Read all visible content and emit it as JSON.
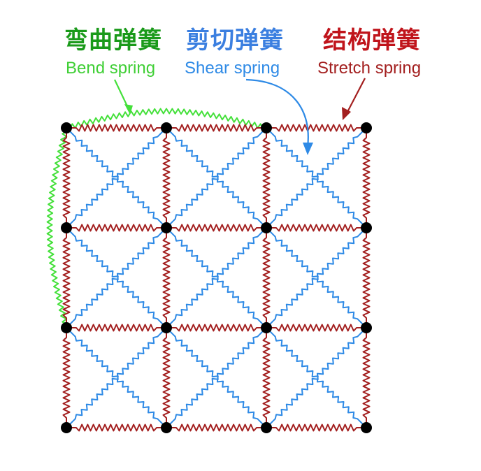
{
  "labels": {
    "bend": {
      "zh": "弯曲弹簧",
      "en": "Bend spring",
      "color": "#1a9a1a",
      "en_color": "#3fcf35"
    },
    "shear": {
      "zh": "剪切弹簧",
      "en": "Shear spring",
      "color": "#3b7fe0",
      "en_color": "#2e8ae6"
    },
    "stretch": {
      "zh": "结构弹簧",
      "en": "Stretch spring",
      "color": "#c0141b",
      "en_color": "#a31f1f"
    }
  },
  "grid": {
    "rows": 4,
    "cols": 4
  },
  "colors": {
    "node": "#000000",
    "stretch_spring": "#a31f1f",
    "shear_spring": "#2e8ae6",
    "bend_spring": "#44e03a"
  }
}
